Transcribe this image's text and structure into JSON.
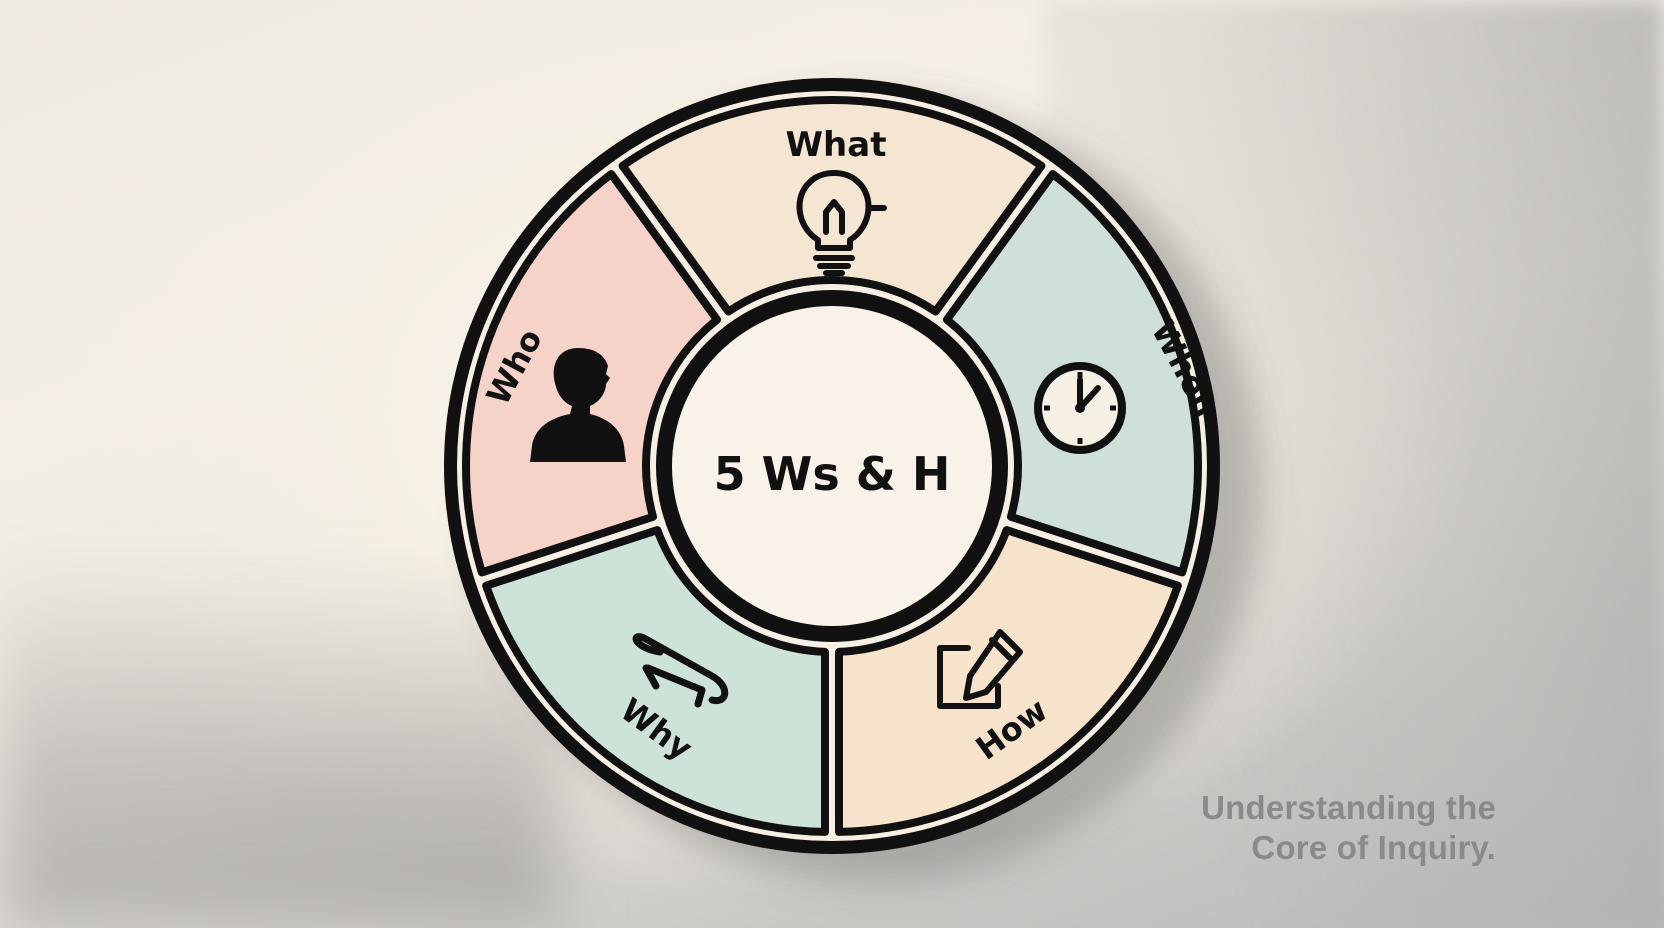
{
  "diagram": {
    "center_label": "5 Ws & H",
    "segments": [
      {
        "id": "what",
        "label": "What",
        "icon": "lightbulb-icon",
        "color": "#f5e6d4"
      },
      {
        "id": "when",
        "label": "When",
        "icon": "clock-icon",
        "color": "#cfe0d8"
      },
      {
        "id": "how",
        "label": "How",
        "icon": "edit-icon",
        "color": "#f7e3cc"
      },
      {
        "id": "why",
        "label": "Why",
        "icon": "bridge-icon",
        "color": "#cde3d8"
      },
      {
        "id": "who",
        "label": "Who",
        "icon": "person-icon",
        "color": "#f5d3c8"
      }
    ]
  },
  "tagline": {
    "line1": "Understanding the",
    "line2": "Core of Inquiry."
  },
  "colors": {
    "outline": "#111111",
    "center_fill": "#f8f2e8",
    "tagline": "#8a8a8a"
  }
}
